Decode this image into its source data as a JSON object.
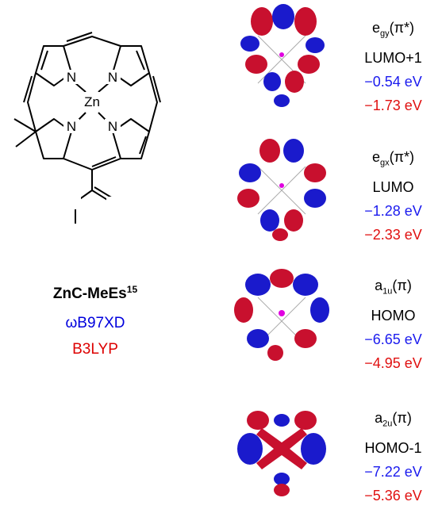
{
  "compound": {
    "name": "ZnC-MeEs",
    "ref": "15",
    "method_1": "ωB97XD",
    "method_2": "B3LYP"
  },
  "structure": {
    "atoms": {
      "metal": "Zn",
      "nitrogen": "N"
    }
  },
  "colors": {
    "method_1": "#1a1aee",
    "method_2": "#e01010",
    "lobe_red": "#c8102e",
    "lobe_blue": "#1a1acc"
  },
  "orbitals": [
    {
      "sym_base": "e",
      "sym_sub": "gy",
      "sym_tail": "(π*)",
      "name": "LUMO+1",
      "energy_1": "−0.54 eV",
      "energy_2": "−1.73 eV"
    },
    {
      "sym_base": "e",
      "sym_sub": "gx",
      "sym_tail": "(π*)",
      "name": "LUMO",
      "energy_1": "−1.28 eV",
      "energy_2": "−2.33 eV"
    },
    {
      "sym_base": "a",
      "sym_sub": "1u",
      "sym_tail": "(π)",
      "name": "HOMO",
      "energy_1": "−6.65 eV",
      "energy_2": "−4.95 eV"
    },
    {
      "sym_base": "a",
      "sym_sub": "2u",
      "sym_tail": "(π)",
      "name": "HOMO-1",
      "energy_1": "−7.22 eV",
      "energy_2": "−5.36 eV"
    }
  ]
}
